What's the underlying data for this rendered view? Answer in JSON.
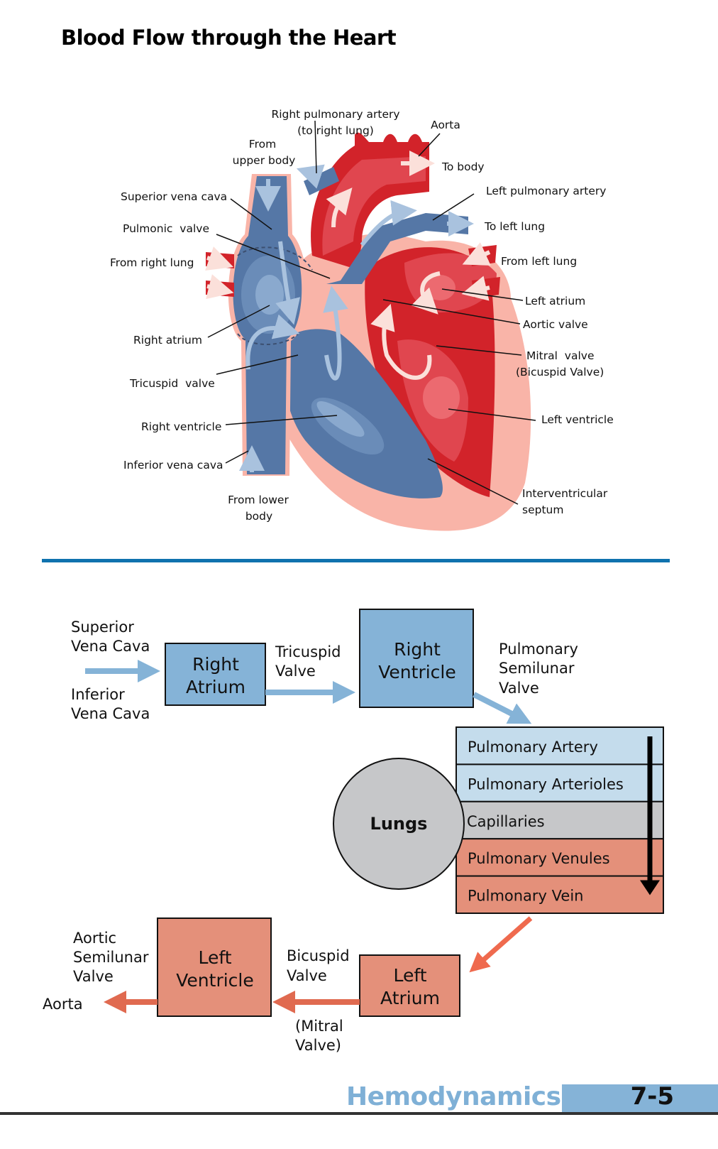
{
  "page": {
    "title": "Blood Flow through the Heart",
    "footer": {
      "section": "Hemodynamics",
      "page_number": "7-5"
    }
  },
  "colors": {
    "deoxygenated_blue": "#5577a6",
    "deoxygenated_light": "#8aa9ce",
    "oxygenated_red": "#d2232a",
    "oxygenated_mid": "#e0464f",
    "tissue_pink": "#f9b4a8",
    "flow_blue": "#85b3d7",
    "flow_red": "#e06a50",
    "box_red": "#e4907a",
    "pulm_light_blue": "#c4dcec",
    "capillary_gray": "#c6c7c9",
    "divider": "#0f72ae"
  },
  "anatomy": {
    "labels": {
      "right_pulmonary_artery": [
        "Right pulmonary artery",
        "(to right lung)"
      ],
      "aorta": "Aorta",
      "from_upper_body": [
        "From",
        "upper body"
      ],
      "to_body": "To body",
      "left_pulmonary_artery": "Left pulmonary artery",
      "superior_vena_cava": "Superior vena cava",
      "to_left_lung": "To left lung",
      "pulmonic_valve": "Pulmonic  valve",
      "from_right_lung": "From right lung",
      "from_left_lung": "From left lung",
      "left_atrium": "Left atrium",
      "aortic_valve": "Aortic valve",
      "right_atrium": "Right atrium",
      "mitral_valve": [
        "Mitral  valve",
        "(Bicuspid Valve)"
      ],
      "tricuspid_valve": "Tricuspid  valve",
      "right_ventricle": "Right ventricle",
      "left_ventricle": "Left ventricle",
      "inferior_vena_cava": "Inferior vena cava",
      "from_lower_body": [
        "From lower",
        "body"
      ],
      "interventricular_septum": [
        "Interventricular",
        "septum"
      ]
    }
  },
  "flow": {
    "inputs": {
      "superior": [
        "Superior",
        "Vena Cava"
      ],
      "inferior": [
        "Inferior",
        "Vena Cava"
      ]
    },
    "right_atrium": [
      "Right",
      "Atrium"
    ],
    "tricuspid": [
      "Tricuspid",
      "Valve"
    ],
    "right_ventricle": [
      "Right",
      "Ventricle"
    ],
    "pulmonary_semilunar": [
      "Pulmonary",
      "Semilunar",
      "Valve"
    ],
    "lungs": "Lungs",
    "pulmonary_stack": [
      {
        "label": "Pulmonary Artery",
        "kind": "artery"
      },
      {
        "label": "Pulmonary Arterioles",
        "kind": "artery"
      },
      {
        "label": "Capillaries",
        "kind": "capillary"
      },
      {
        "label": "Pulmonary Venules",
        "kind": "vein"
      },
      {
        "label": "Pulmonary Vein",
        "kind": "vein"
      }
    ],
    "left_atrium": [
      "Left",
      "Atrium"
    ],
    "bicuspid": [
      "Bicuspid",
      "Valve"
    ],
    "mitral_note": [
      "(Mitral",
      "Valve)"
    ],
    "left_ventricle": [
      "Left",
      "Ventricle"
    ],
    "aortic_semilunar": [
      "Aortic",
      "Semilunar",
      "Valve"
    ],
    "aorta": "Aorta"
  }
}
